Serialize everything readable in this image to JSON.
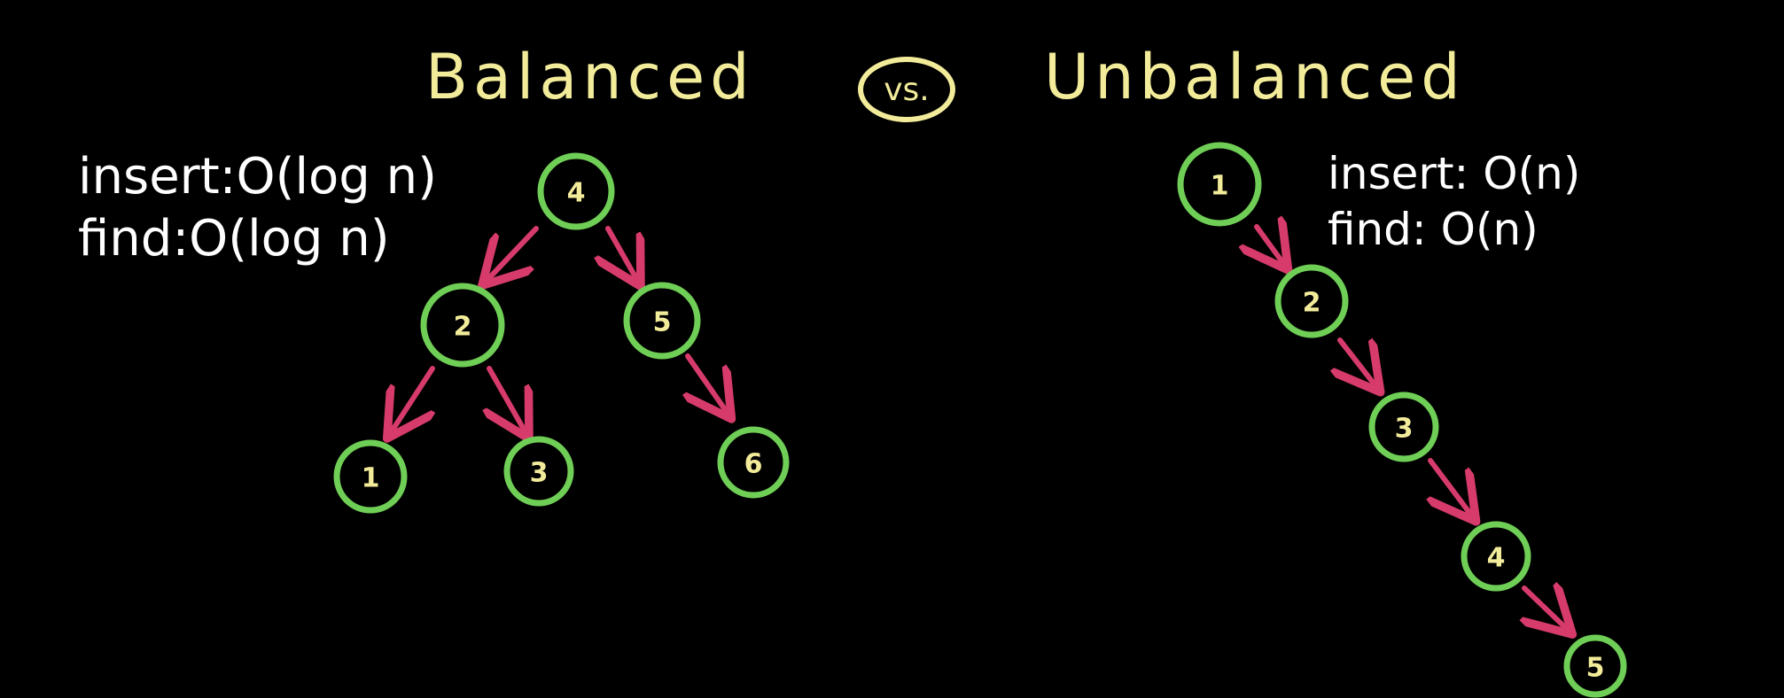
{
  "titles": {
    "left": "Balanced",
    "vs": "vs.",
    "right": "Unbalanced"
  },
  "balanced": {
    "insert": "insert:O(log n)",
    "find": "find:O(log n)",
    "nodes": [
      {
        "id": "b4",
        "label": "4"
      },
      {
        "id": "b2",
        "label": "2"
      },
      {
        "id": "b5",
        "label": "5"
      },
      {
        "id": "b1",
        "label": "1"
      },
      {
        "id": "b3",
        "label": "3"
      },
      {
        "id": "b6",
        "label": "6"
      }
    ]
  },
  "unbalanced": {
    "insert": "insert: O(n)",
    "find": "find: O(n)",
    "nodes": [
      {
        "id": "u1",
        "label": "1"
      },
      {
        "id": "u2",
        "label": "2"
      },
      {
        "id": "u3",
        "label": "3"
      },
      {
        "id": "u4",
        "label": "4"
      },
      {
        "id": "u5",
        "label": "5"
      }
    ]
  },
  "colors": {
    "background": "#000000",
    "title": "#f2ec9a",
    "node_border": "#6fce55",
    "node_label": "#f2ec9a",
    "edge": "#d63b6b",
    "complexity_text": "#ffffff"
  }
}
